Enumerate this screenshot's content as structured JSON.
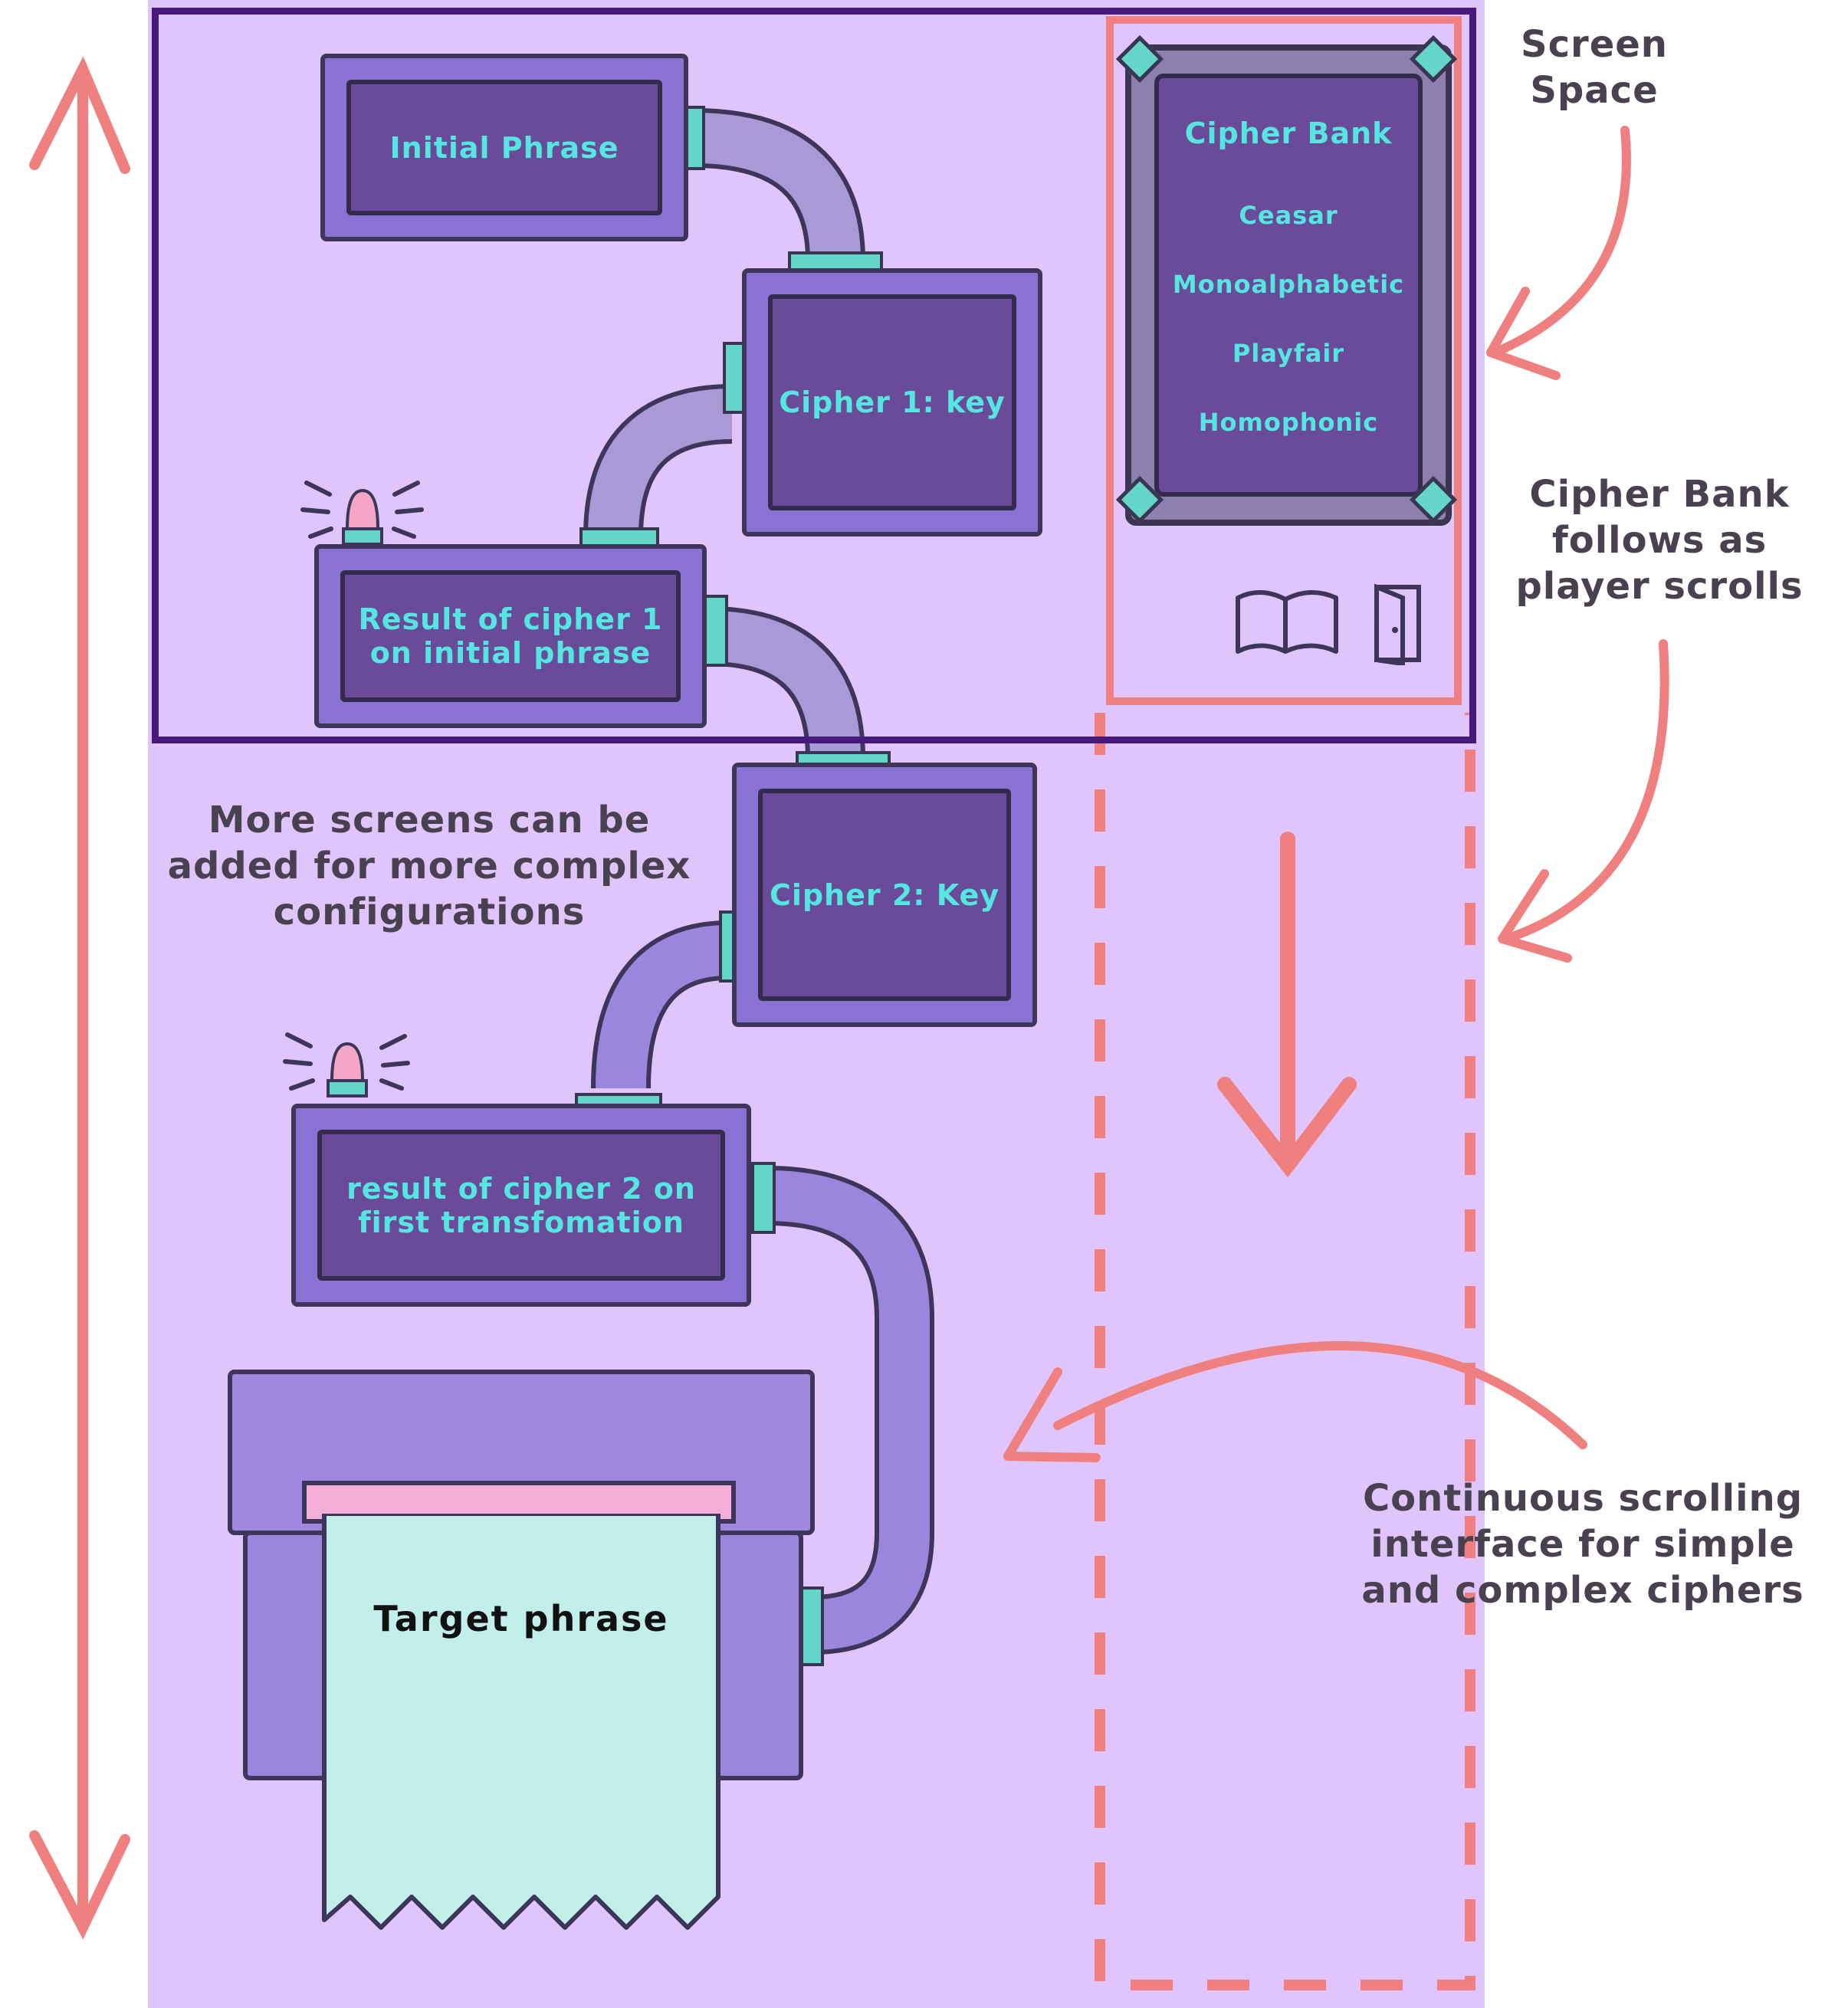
{
  "screen_space": {
    "initial_phrase_label": "Initial Phrase",
    "cipher1_label": "Cipher 1: key",
    "result1_line1": "Result of cipher 1",
    "result1_line2": "on initial phrase"
  },
  "cipher_bank": {
    "title": "Cipher Bank",
    "items": [
      "Ceasar",
      "Monoalphabetic",
      "Playfair",
      "Homophonic"
    ],
    "icons": [
      "book-icon",
      "door-icon"
    ]
  },
  "scroll_area": {
    "cipher2_label": "Cipher 2: Key",
    "result2_line1": "result of cipher 2 on",
    "result2_line2": "first transfomation",
    "target_label": "Target phrase"
  },
  "annotations": {
    "screen_space_line1": "Screen",
    "screen_space_line2": "Space",
    "bank_follows_line1": "Cipher Bank",
    "bank_follows_line2": "follows as",
    "bank_follows_line3": "player scrolls",
    "more_screens_line1": "More screens can be",
    "more_screens_line2": "added for more complex",
    "more_screens_line3": "configurations",
    "continuous_line1": "Continuous scrolling",
    "continuous_line2": "interface for simple",
    "continuous_line3": "and complex ciphers"
  },
  "colors": {
    "background": "#e0c4fc",
    "screen_border": "#46197a",
    "annotation_arrow": "#f07f80",
    "label_text": "#56e6e2",
    "panel_outer": "#8a72d4",
    "panel_inner": "#6a4b9a",
    "ticket": "#c2efea",
    "alarm_light": "#f4a6c6",
    "connector": "#63d6c8"
  }
}
